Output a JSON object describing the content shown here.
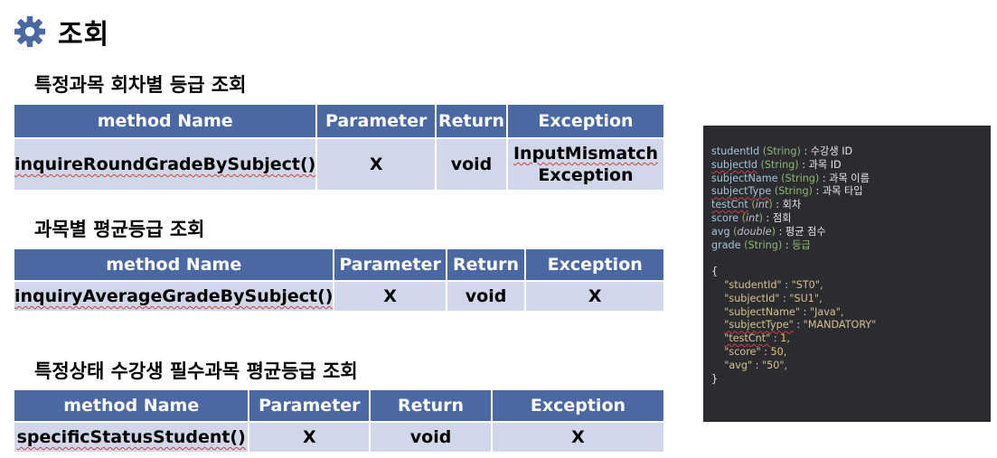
{
  "page": {
    "title": "조회"
  },
  "sections": [
    {
      "heading": "특정과목 회차별 등급 조회",
      "headers": [
        "method Name",
        "Parameter",
        "Return",
        "Exception"
      ],
      "row": {
        "method": "inquireRoundGradeBySubject()",
        "parameter": "X",
        "return": "void",
        "exception_line1": "InputMismatch",
        "exception_line2": "Exception"
      }
    },
    {
      "heading": "과목별 평균등급 조회",
      "headers": [
        "method Name",
        "Parameter",
        "Return",
        "Exception"
      ],
      "row": {
        "method": "inquiryAverageGradeBySubject()",
        "parameter": "X",
        "return": "void",
        "exception": "X"
      }
    },
    {
      "heading": "특정상태 수강생 필수과목 평균등급 조회",
      "headers": [
        "method Name",
        "Parameter",
        "Return",
        "Exception"
      ],
      "row": {
        "method": "specificStatusStudent()",
        "parameter": "X",
        "return": "void",
        "exception": "X"
      }
    }
  ],
  "code_panel": {
    "fields": [
      {
        "name": "studentId",
        "type": "String",
        "desc": "수강생 ID"
      },
      {
        "name": "subjectId",
        "type": "String",
        "desc": "과목 ID"
      },
      {
        "name": "subjectName",
        "type": "String",
        "desc": "과목 이름"
      },
      {
        "name": "subjectType",
        "type": "String",
        "desc": "과목 타입"
      },
      {
        "name": "testCnt",
        "type": "int",
        "desc": "회차"
      },
      {
        "name": "score",
        "type": "int",
        "desc": "점회"
      },
      {
        "name": "avg",
        "type": "double",
        "desc": "평균 점수"
      },
      {
        "name": "grade",
        "type": "String",
        "desc": "등급"
      }
    ],
    "json_open": "{",
    "json_entries": [
      {
        "key": "\"studentId\"",
        "value": "\"ST0\","
      },
      {
        "key": "\"subjectId\"",
        "value": "\"SU1\","
      },
      {
        "key": "\"subjectName\"",
        "value": "\"Java\","
      },
      {
        "key": "\"subjectType\"",
        "value": "\"MANDATORY\""
      },
      {
        "key": "\"testCnt\"",
        "value": "1,"
      },
      {
        "key": "\"score\"",
        "value": "50,"
      },
      {
        "key": "\"avg\"",
        "value": "\"50\","
      }
    ],
    "json_close": "}",
    "colors": {
      "background": "#2a2c30",
      "key": "#a5c6d8",
      "type": "#8dba6f",
      "string": "#d9c289"
    }
  },
  "colors": {
    "table_header": "#4a69a4",
    "table_cell": "#d0d7e9",
    "gear": "#4a69a4"
  },
  "icons": {
    "header_icon": "gear-icon"
  }
}
